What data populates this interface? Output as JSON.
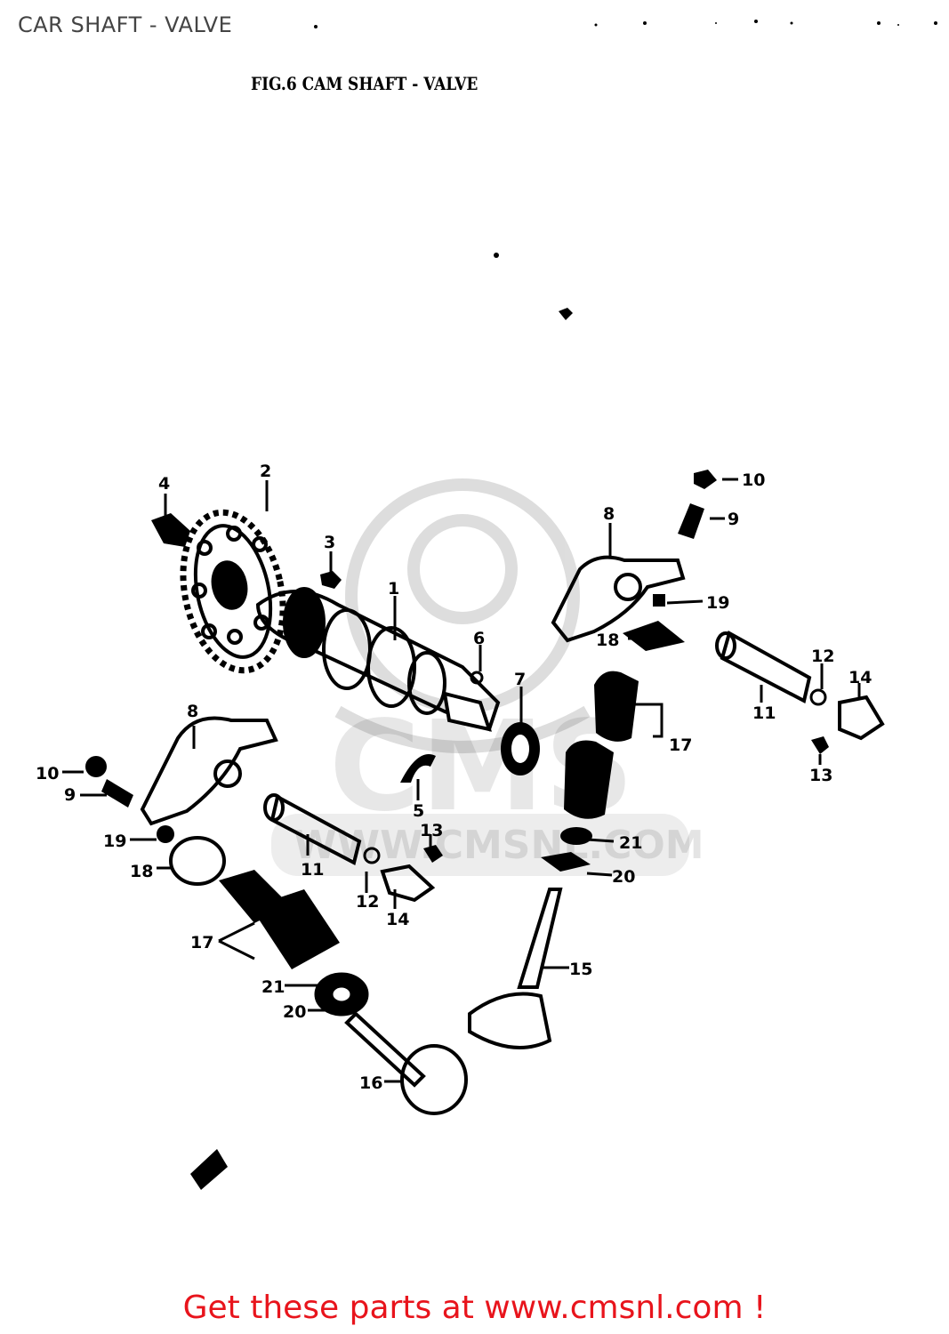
{
  "header": {
    "title": "CAR SHAFT - VALVE"
  },
  "figure": {
    "caption": "FIG.6  CAM SHAFT - VALVE"
  },
  "watermark": {
    "text": "WWW.CMSNL.COM",
    "logo_text": "CMS"
  },
  "parts": [
    "1",
    "2",
    "3",
    "4",
    "5",
    "6",
    "7",
    "8",
    "8",
    "9",
    "9",
    "10",
    "10",
    "11",
    "11",
    "12",
    "12",
    "13",
    "13",
    "14",
    "14",
    "15",
    "16",
    "17",
    "17",
    "18",
    "18",
    "19",
    "19",
    "20",
    "20",
    "21",
    "21"
  ],
  "footer": {
    "text": "Get these parts at www.cmsnl.com !",
    "color": "#e8141c"
  }
}
